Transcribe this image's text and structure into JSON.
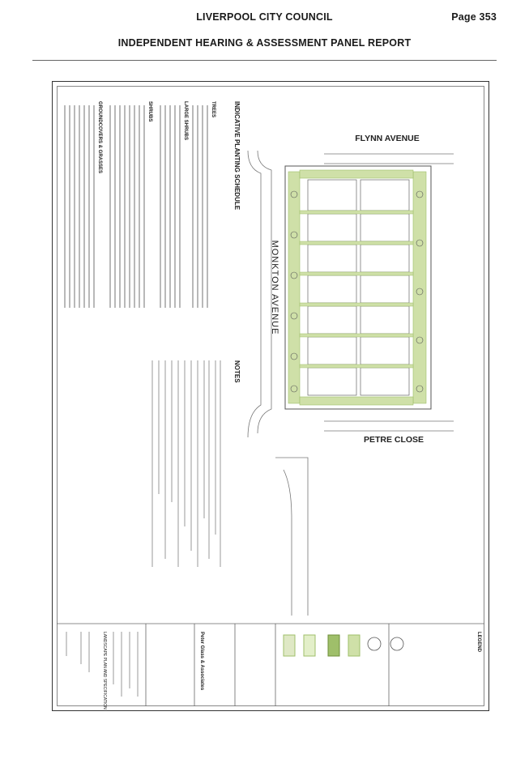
{
  "header": {
    "council": "LIVERPOOL CITY COUNCIL",
    "page": "Page 353",
    "report": "INDEPENDENT HEARING & ASSESSMENT PANEL REPORT"
  },
  "plan": {
    "street_flynn": "FLYNN AVENUE",
    "street_monkton": "MONKTON AVENUE",
    "street_petre": "PETRE CLOSE",
    "schedule_title": "INDICATIVE PLANTING SCHEDULE",
    "notes_title": "NOTES",
    "trees_heading": "TREES",
    "shrubs_heading": "LARGE SHRUBS",
    "shrubs2_heading": "SHRUBS",
    "groundcovers_heading": "GROUNDCOVERS & GRASSES",
    "legend_title": "LEGEND",
    "firm": "Peter Glass & Associates",
    "drawing_title": "LANDSCAPE PLAN AND SPECIFICATION"
  },
  "colors": {
    "planting": "#cfe0a8",
    "planting_dark": "#9fbf6a",
    "linework": "#555555"
  }
}
